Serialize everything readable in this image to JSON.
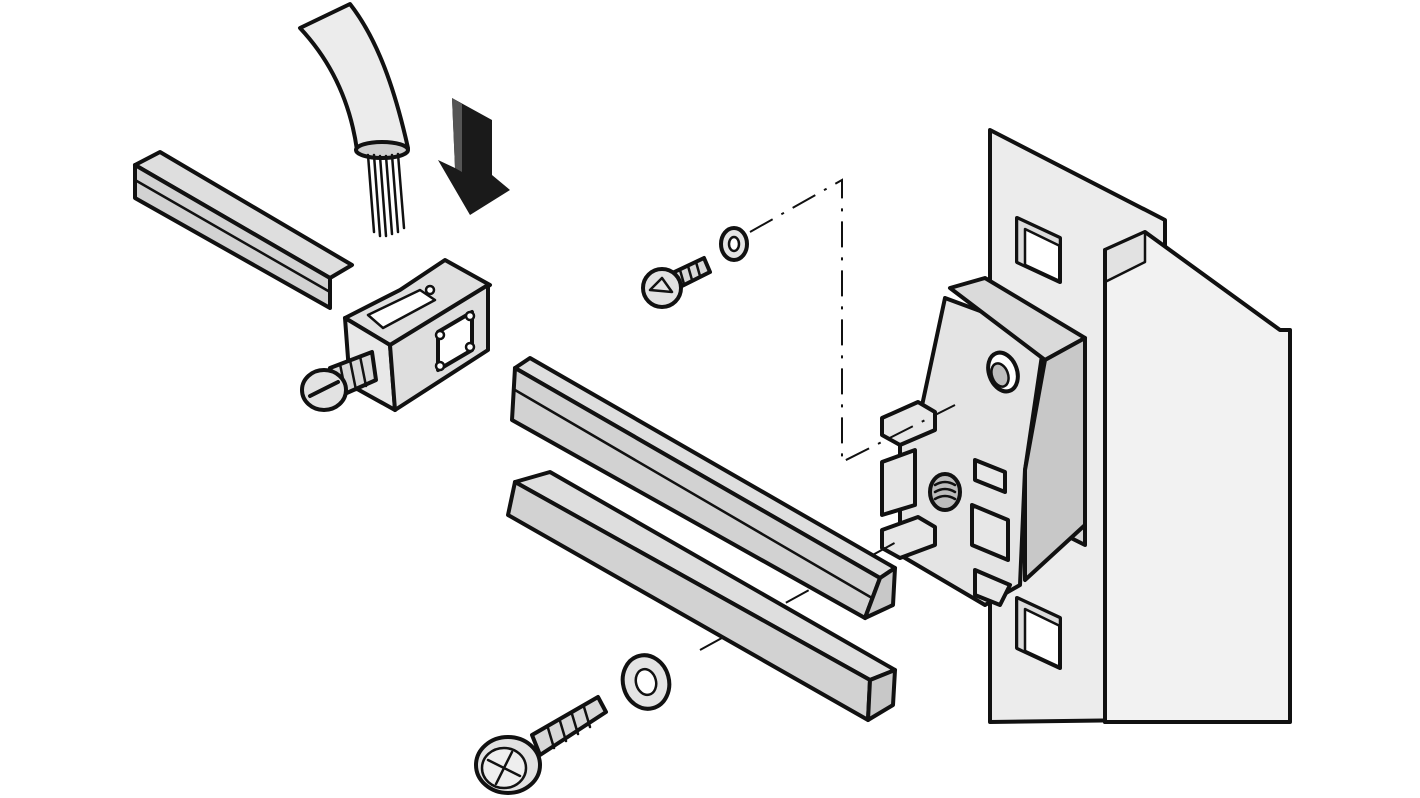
{
  "colors": {
    "outline": "#111111",
    "part_fill": "#e3e3e3",
    "part_shadow": "#c9c9c9",
    "panel_fill": "#efefef",
    "panel_shadow": "#dcdcdc",
    "arrow": "#1a1a1a",
    "background": "#ffffff"
  },
  "parts": [
    {
      "name": "cable-with-stripped-strands"
    },
    {
      "name": "insertion-arrow"
    },
    {
      "name": "busbar-short"
    },
    {
      "name": "busbar-clamp-terminal"
    },
    {
      "name": "clamp-screw"
    },
    {
      "name": "support-bracket-screw"
    },
    {
      "name": "support-bracket-washer"
    },
    {
      "name": "busbar-upper"
    },
    {
      "name": "busbar-lower"
    },
    {
      "name": "busbar-mounting-screw"
    },
    {
      "name": "busbar-mounting-washer"
    },
    {
      "name": "busbar-support-bracket"
    },
    {
      "name": "mounting-rail-panel"
    }
  ]
}
